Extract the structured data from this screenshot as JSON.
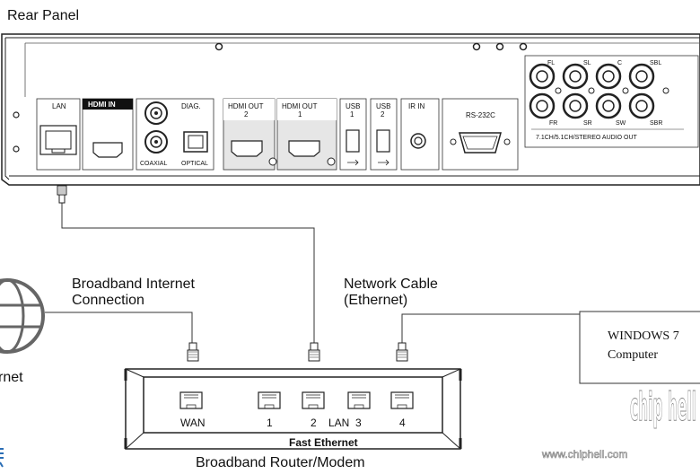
{
  "title": "Rear Panel",
  "panel": {
    "lan": "LAN",
    "hdmi_in": "HDMI IN",
    "diag": "DIAG.",
    "coaxial": "COAXIAL",
    "optical": "OPTICAL",
    "hdmi_out2_a": "HDMI OUT",
    "hdmi_out2_b": "2",
    "hdmi_out1_a": "HDMI OUT",
    "hdmi_out1_b": "1",
    "usb1_a": "USB",
    "usb1_b": "1",
    "usb2_a": "USB",
    "usb2_b": "2",
    "ir_in": "IR IN",
    "rs232c": "RS-232C",
    "audio_out": "7.1CH/5.1CH/STEREO AUDIO OUT",
    "fl": "FL",
    "sl": "SL",
    "c": "C",
    "sbl": "SBL",
    "fr": "FR",
    "sr": "SR",
    "sw": "SW",
    "sbr": "SBR"
  },
  "labels": {
    "broadband_1": "Broadband Internet",
    "broadband_2": "Connection",
    "network_1": "Network Cable",
    "network_2": "(Ethernet)",
    "internet_partial": "rnet"
  },
  "computer": {
    "line1": "WINDOWS 7",
    "line2": "Computer"
  },
  "router": {
    "wan": "WAN",
    "port1": "1",
    "port2": "2",
    "lan": "LAN",
    "port3": "3",
    "port4": "4",
    "fast_ethernet": "Fast Ethernet",
    "name": "Broadband Router/Modem"
  },
  "watermark": {
    "url": "www.chiphell.com",
    "logo": "chip hell"
  }
}
